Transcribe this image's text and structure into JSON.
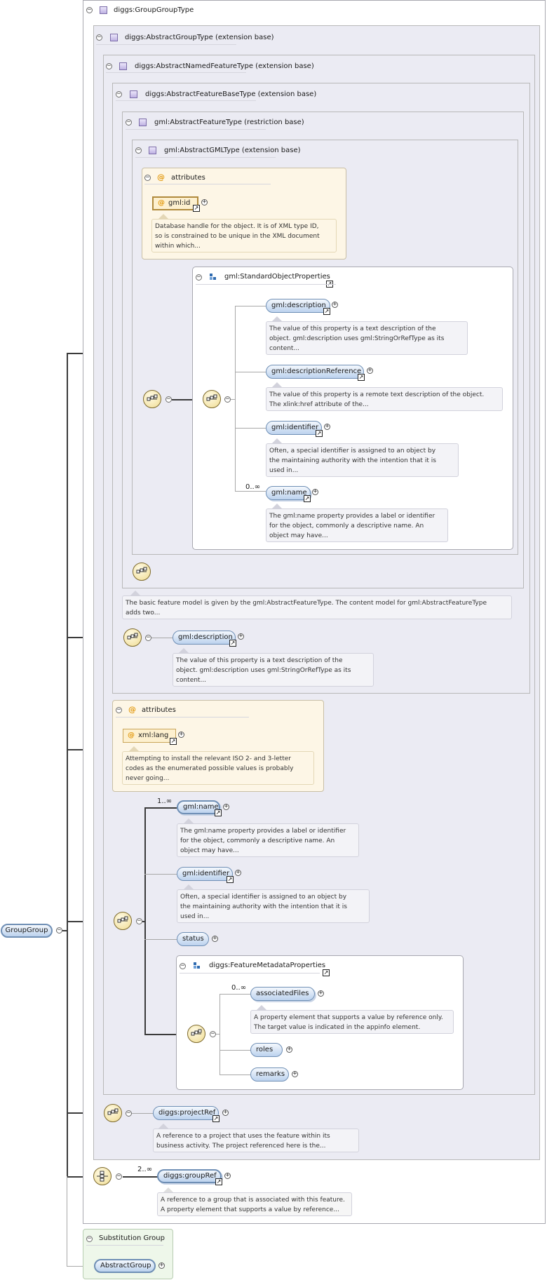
{
  "diagram": {
    "root_element": "GroupGroup",
    "types": {
      "group_group": "diggs:GroupGroupType",
      "abstract_group": "diggs:AbstractGroupType (extension base)",
      "abstract_named_feature": "diggs:AbstractNamedFeatureType (extension base)",
      "abstract_feature_base": "diggs:AbstractFeatureBaseType (extension base)",
      "abstract_feature": "gml:AbstractFeatureType (restriction base)",
      "abstract_gml": "gml:AbstractGMLType (extension base)"
    },
    "attributes_label": "attributes",
    "gml_id": {
      "label": "gml:id",
      "desc": [
        "Database handle for the object. It is of XML type ID,",
        "so is constrained to be unique in the XML document",
        "within which..."
      ]
    },
    "standard_object_properties": {
      "title": "gml:StandardObjectProperties",
      "description": {
        "label": "gml:description",
        "desc": [
          "The value of this property is a text description of the",
          "object. gml:description uses gml:StringOrRefType as its",
          "content..."
        ]
      },
      "description_reference": {
        "label": "gml:descriptionReference",
        "desc": [
          "The value of this property is a remote text description of the object.",
          "The xlink:href attribute of the..."
        ]
      },
      "identifier": {
        "label": "gml:identifier",
        "desc": [
          "Often, a special identifier is assigned to an object by",
          "the maintaining authority with the intention that it is",
          "used in..."
        ]
      },
      "name": {
        "label": "gml:name",
        "cardinality": "0..∞",
        "desc": [
          "The gml:name property provides a label or identifier",
          "for the object, commonly a descriptive name. An",
          "object may have..."
        ]
      }
    },
    "feature_type_desc": [
      "The basic feature model is given by the gml:AbstractFeatureType. The content model for gml:AbstractFeatureType",
      "adds two..."
    ],
    "feature_base_description": {
      "label": "gml:description",
      "desc": [
        "The value of this property is a text description of the",
        "object. gml:description uses gml:StringOrRefType as its",
        "content..."
      ]
    },
    "xml_lang": {
      "label": "xml:lang",
      "desc": [
        "Attempting to install the relevant ISO 2- and 3-letter",
        "codes as the enumerated possible values is probably",
        "never going..."
      ]
    },
    "named_name": {
      "label": "gml:name",
      "cardinality": "1..∞",
      "desc": [
        "The gml:name property provides a label or identifier",
        "for the object, commonly a descriptive name. An",
        "object may have..."
      ]
    },
    "named_identifier": {
      "label": "gml:identifier",
      "desc": [
        "Often, a special identifier is assigned to an object by",
        "the maintaining authority with the intention that it is",
        "used in..."
      ]
    },
    "status": {
      "label": "status"
    },
    "feature_metadata_properties": {
      "title": "diggs:FeatureMetadataProperties",
      "associated_files": {
        "label": "associatedFiles",
        "cardinality": "0..∞",
        "desc": [
          "A property element that supports a value by reference only.",
          "The target value is indicated in the appinfo element."
        ]
      },
      "roles": {
        "label": "roles"
      },
      "remarks": {
        "label": "remarks"
      }
    },
    "project_ref": {
      "label": "diggs:projectRef",
      "desc": [
        "A reference to a project that uses the feature within its",
        "business activity. The project referenced here is the..."
      ]
    },
    "group_ref": {
      "label": "diggs:groupRef",
      "cardinality": "2..∞",
      "desc": [
        "A reference to a group that is associated with this feature.",
        "A property element that supports a value by reference..."
      ]
    },
    "substitution_group": {
      "title": "Substitution Group",
      "member": "AbstractGroup"
    },
    "colors": {
      "type_box": "#ebebf3",
      "attributes_box": "#fdf6e6",
      "element_node": "#bcd2ee",
      "compositor": "#f0dc92"
    }
  }
}
